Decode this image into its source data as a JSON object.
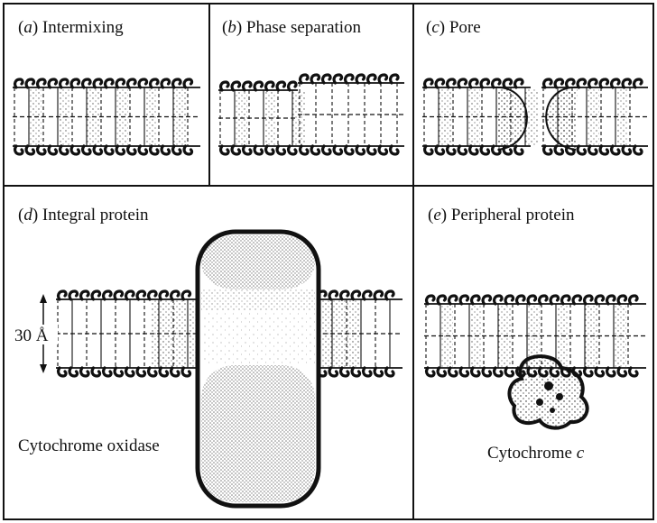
{
  "figure": {
    "panels": [
      {
        "id": "a",
        "letter": "a",
        "title": "Intermixing"
      },
      {
        "id": "b",
        "letter": "b",
        "title": "Phase separation"
      },
      {
        "id": "c",
        "letter": "c",
        "title": "Pore"
      },
      {
        "id": "d",
        "letter": "d",
        "title": "Integral protein"
      },
      {
        "id": "e",
        "letter": "e",
        "title": "Peripheral protein"
      }
    ],
    "thickness_label": "30 Å",
    "integral_protein_name": "Cytochrome oxidase",
    "peripheral_protein_name": "Cytochrome",
    "peripheral_protein_suffix": "c",
    "colors": {
      "ink": "#111111",
      "background": "#ffffff"
    }
  }
}
